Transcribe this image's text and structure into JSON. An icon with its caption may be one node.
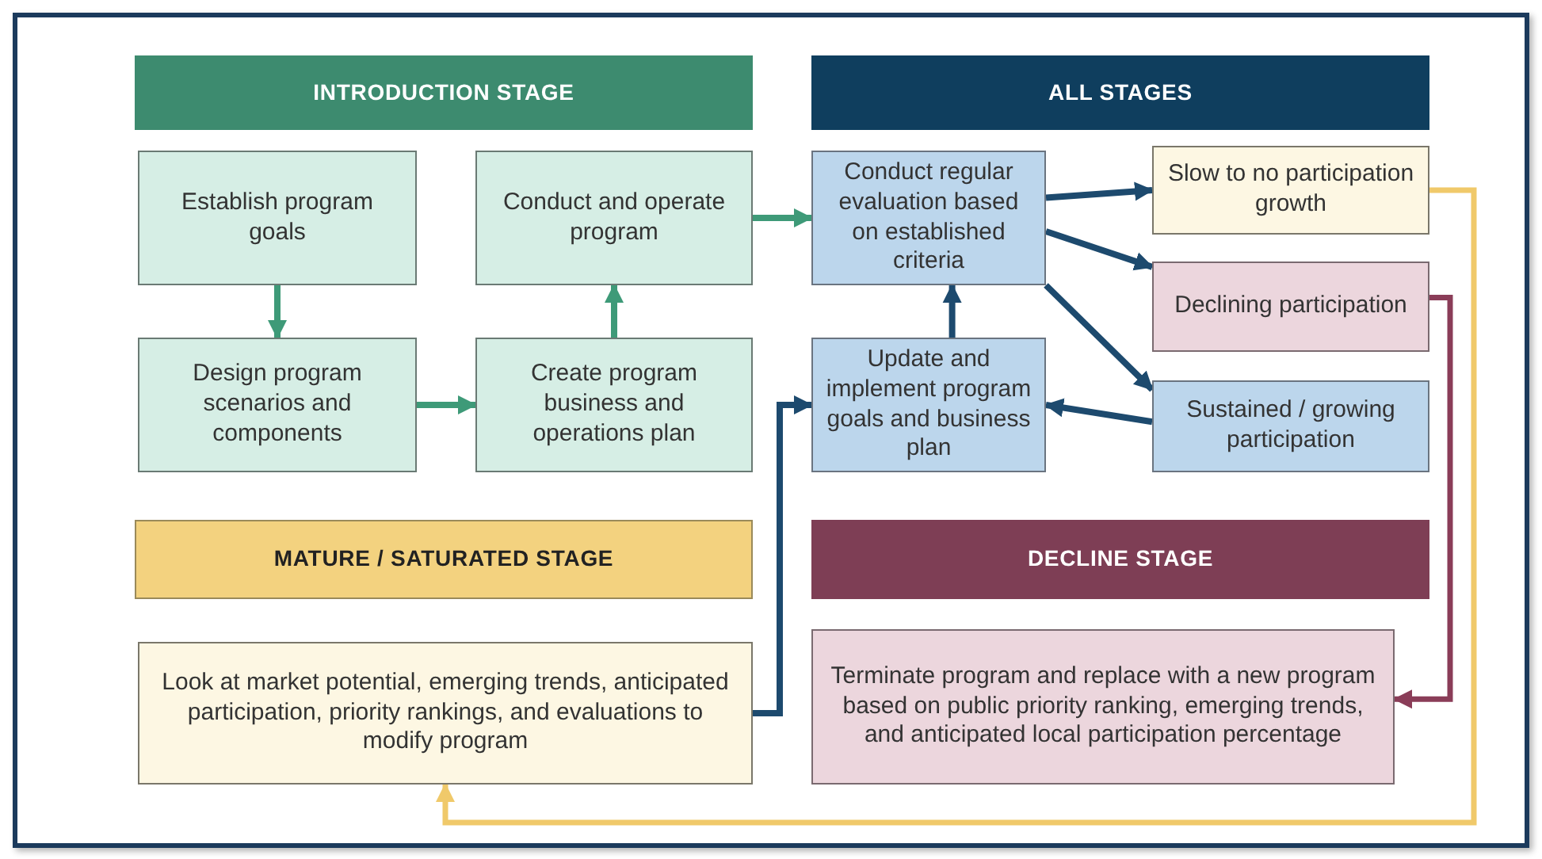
{
  "diagram": {
    "nodes": [
      {
        "text": [
          "INTRODUCTION STAGE"
        ]
      },
      {
        "text": [
          "ALL STAGES"
        ]
      },
      {
        "text": [
          "Establish program goals"
        ]
      },
      {
        "text": [
          "Conduct and operate program"
        ]
      },
      {
        "text": [
          "Conduct regular evaluation based on established criteria"
        ]
      },
      {
        "text": [
          "Slow to no participation growth"
        ]
      },
      {
        "text": [
          "Declining participation"
        ]
      },
      {
        "text": [
          "Design program scenarios and components"
        ]
      },
      {
        "text": [
          "Create program business and operations plan"
        ]
      },
      {
        "text": [
          "Update and implement program goals and business plan"
        ]
      },
      {
        "text": [
          "Sustained / growing participation"
        ]
      },
      {
        "text": [
          "MATURE / SATURATED STAGE"
        ]
      },
      {
        "text": [
          "DECLINE STAGE"
        ]
      },
      {
        "text": [
          "Look at market potential, emerging trends, anticipated participation, priority rankings, and evaluations to modify program"
        ]
      },
      {
        "text": [
          "Terminate program and replace with a new program based on public priority ranking, emerging trends, and anticipated local participation percentage"
        ]
      }
    ],
    "edges": [
      {
        "from": 2,
        "to": 7,
        "arrow": "to",
        "color": "#3e9a78"
      },
      {
        "from": 7,
        "to": 8,
        "arrow": "to",
        "color": "#3e9a78"
      },
      {
        "from": 8,
        "to": 3,
        "arrow": "to",
        "color": "#3e9a78"
      },
      {
        "from": 3,
        "to": 4,
        "arrow": "to",
        "color": "#3e9a78"
      },
      {
        "from": 4,
        "to": 5,
        "arrow": "to"
      },
      {
        "from": 4,
        "to": 6,
        "arrow": "to"
      },
      {
        "from": 4,
        "to": 10,
        "arrow": "to"
      },
      {
        "from": 10,
        "to": 9,
        "arrow": "to"
      },
      {
        "from": 9,
        "to": 4,
        "arrow": "to"
      },
      {
        "from": 13,
        "to": 9,
        "arrow": "to"
      },
      {
        "from": 5,
        "to": 13,
        "arrow": "to",
        "color": "#f0c96a"
      },
      {
        "from": 6,
        "to": 14,
        "arrow": "to",
        "color": "#8a3d58"
      }
    ]
  }
}
